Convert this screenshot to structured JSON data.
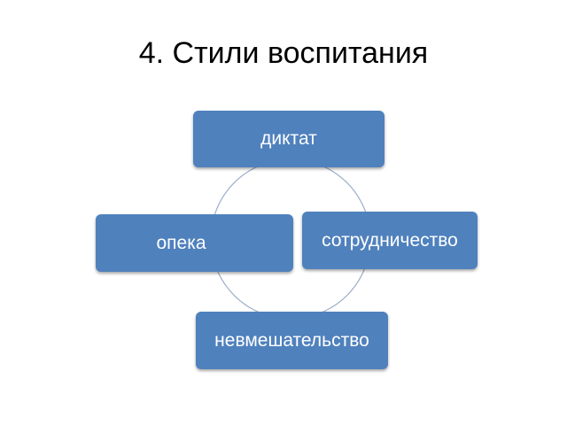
{
  "title": "4. Стили воспитания",
  "colors": {
    "box_fill": "#4f81bd",
    "box_text": "#ffffff",
    "ring": "#9dafc9"
  },
  "diagram": {
    "type": "cycle",
    "nodes": [
      {
        "id": "top",
        "label": "диктат"
      },
      {
        "id": "right",
        "label": "сотрудничество"
      },
      {
        "id": "bottom",
        "label": "невмешательство"
      },
      {
        "id": "left",
        "label": "опека"
      }
    ]
  }
}
